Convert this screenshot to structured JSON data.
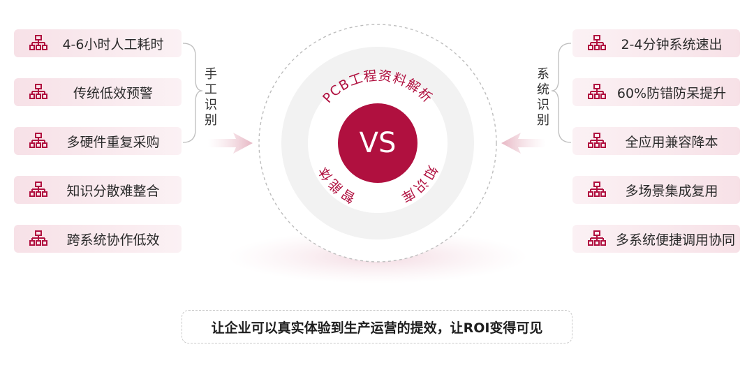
{
  "left_group": {
    "label": "手工识别",
    "items": [
      {
        "text": "4-6小时人工耗时",
        "icon": "org-chart-icon"
      },
      {
        "text": "传统低效预警",
        "icon": "org-chart-icon"
      },
      {
        "text": "多硬件重复采购",
        "icon": "org-chart-icon"
      },
      {
        "text": "知识分散难整合",
        "icon": "org-chart-icon"
      },
      {
        "text": "跨系统协作低效",
        "icon": "org-chart-icon"
      }
    ]
  },
  "right_group": {
    "label": "系统识别",
    "items": [
      {
        "text": "2-4分钟系统速出",
        "icon": "org-chart-icon"
      },
      {
        "text": "60%防错防呆提升",
        "icon": "org-chart-icon"
      },
      {
        "text": "全应用兼容降本",
        "icon": "org-chart-icon"
      },
      {
        "text": "多场景集成复用",
        "icon": "org-chart-icon"
      },
      {
        "text": "多系统便捷调用协同",
        "icon": "org-chart-icon"
      }
    ]
  },
  "center": {
    "vs": "VS",
    "ring_top": "PCB工程资料解析",
    "ring_left": "智能体",
    "ring_right": "知识库"
  },
  "footer": {
    "text": "让企业可以真实体验到生产运营的提效，让ROI变得可见"
  },
  "colors": {
    "accent": "#b0103f",
    "item_bg": "#f7e1e7",
    "ring": "#f2f2f2"
  }
}
